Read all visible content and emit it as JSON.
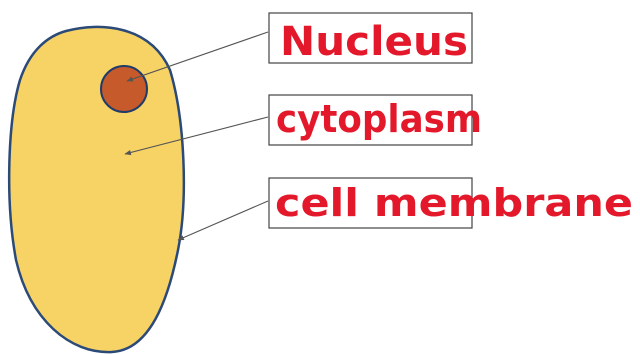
{
  "diagram": {
    "labels": {
      "nucleus": "Nucleus",
      "cytoplasm": "cytoplasm",
      "membrane": "cell membrane"
    },
    "colors": {
      "cytoplasm_fill": "#f7d366",
      "membrane_stroke": "#2b4a78",
      "nucleus_fill": "#c65a2b",
      "nucleus_stroke": "#1f3c6b",
      "label_text": "#e3192b",
      "box_stroke": "#444444",
      "pointer": "#555555"
    }
  }
}
